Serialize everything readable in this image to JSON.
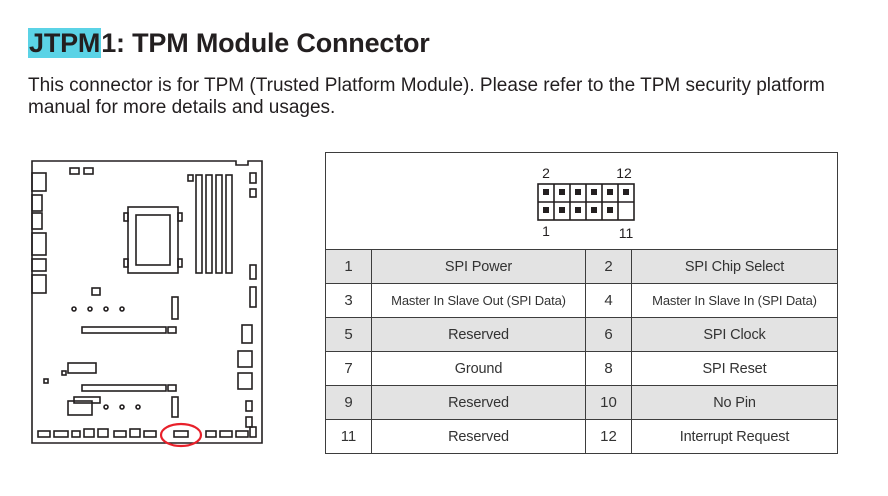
{
  "section": {
    "title_highlight": "JTPM",
    "title_rest": "1: TPM Module Connector",
    "description": "This connector is for TPM (Trusted Platform Module). Please refer to the TPM security platform manual for more details and usages."
  },
  "header_diagram": {
    "top_left_label": "2",
    "top_right_label": "12",
    "bottom_left_label": "1",
    "bottom_right_label": "11"
  },
  "pins": [
    {
      "pin_a": "1",
      "signal_a": "SPI Power",
      "pin_b": "2",
      "signal_b": "SPI Chip Select"
    },
    {
      "pin_a": "3",
      "signal_a": "Master In Slave Out (SPI Data)",
      "pin_b": "4",
      "signal_b": "Master In Slave In (SPI Data)"
    },
    {
      "pin_a": "5",
      "signal_a": "Reserved",
      "pin_b": "6",
      "signal_b": "SPI Clock"
    },
    {
      "pin_a": "7",
      "signal_a": "Ground",
      "pin_b": "8",
      "signal_b": "SPI Reset"
    },
    {
      "pin_a": "9",
      "signal_a": "Reserved",
      "pin_b": "10",
      "signal_b": "No Pin"
    },
    {
      "pin_a": "11",
      "signal_a": "Reserved",
      "pin_b": "12",
      "signal_b": "Interrupt Request"
    }
  ],
  "colors": {
    "title_highlight": "#5bd3e6",
    "row_shade": "#e3e3e3",
    "connector_marker": "#e8202a",
    "text": "#231f20"
  },
  "icons": {
    "board": "motherboard-outline-icon",
    "connector": "pin-header-icon"
  }
}
